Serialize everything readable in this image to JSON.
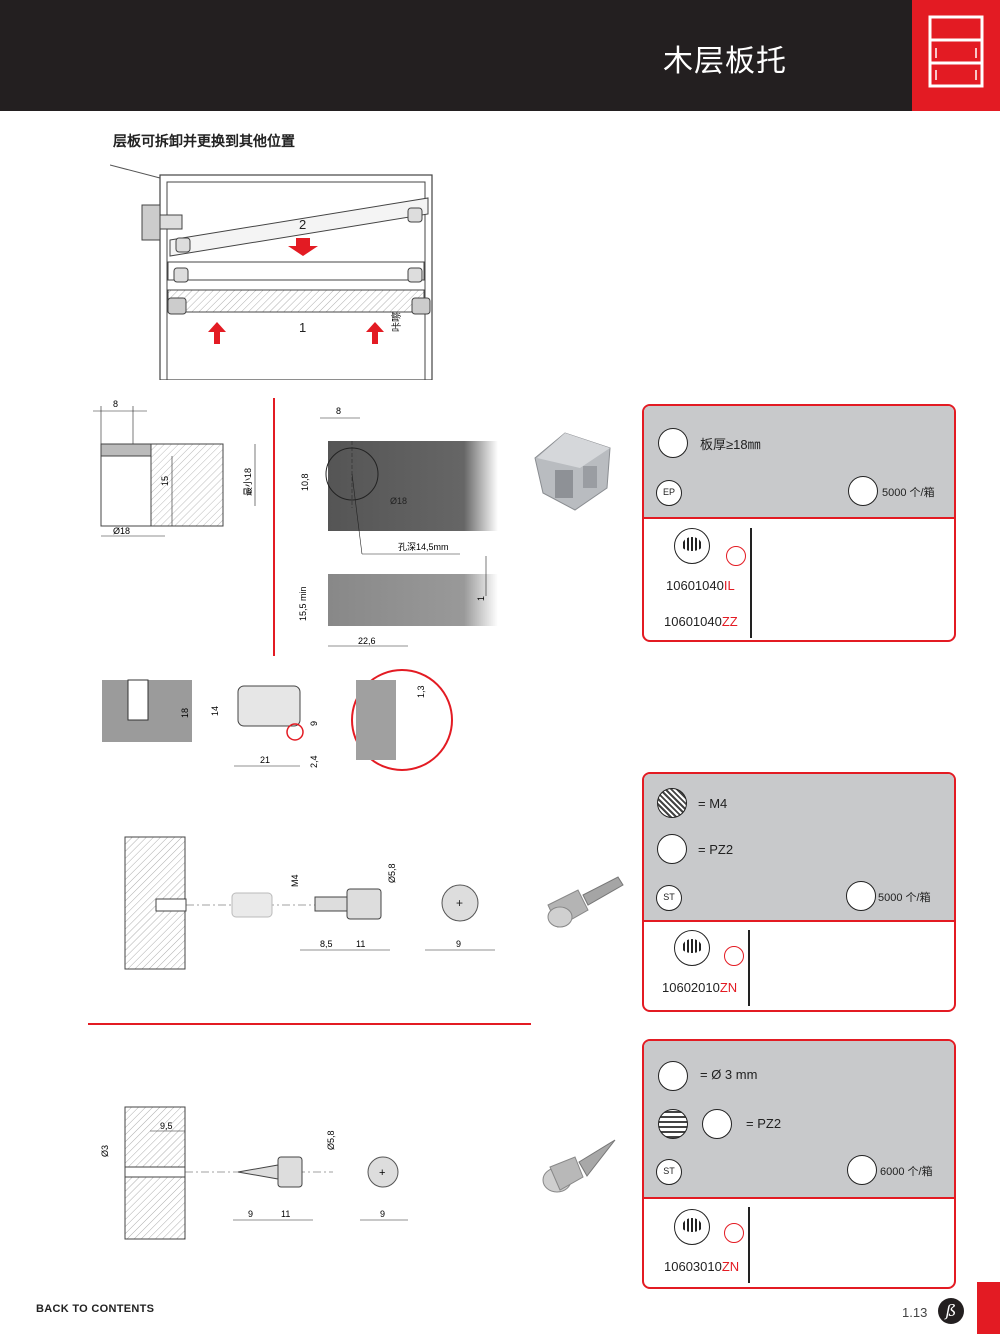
{
  "header": {
    "title": "木层板托"
  },
  "subtitle": "层板可拆卸并更换到其他位置",
  "diagram_top": {
    "label_2": "2",
    "label_1": "1",
    "click_label": "咔嚓"
  },
  "dims_a": {
    "d8": "8",
    "d15": "15",
    "min18": "最小18",
    "dia18": "Ø18"
  },
  "dims_b": {
    "d8": "8",
    "d10_8": "10,8",
    "dia18": "Ø18",
    "hole_depth": "孔深14,5mm",
    "d15_5": "15,5 min",
    "d1": "1",
    "d22_6": "22,6"
  },
  "dims_c": {
    "d18": "18",
    "d14": "14",
    "d9": "9",
    "d21": "21",
    "d2_4": "2,4",
    "d1_3": "1,3"
  },
  "dims_d": {
    "m4": "M4",
    "d5_8": "Ø5,8",
    "d8_5": "8,5",
    "d11": "11",
    "d9": "9"
  },
  "dims_e": {
    "d9_5": "9,5",
    "d3": "Ø3",
    "d5_8": "Ø5,8",
    "d9": "9",
    "d11": "11",
    "d9b": "9"
  },
  "card1": {
    "thickness": "板厚≥18㎜",
    "badge": "EP",
    "pack": "5000 个/箱",
    "codes": [
      {
        "base": "10601040",
        "suffix": "IL"
      },
      {
        "base": "10601040",
        "suffix": "ZZ"
      }
    ]
  },
  "card2": {
    "thread": "= M4",
    "drive": "= PZ2",
    "badge": "ST",
    "pack": "5000 个/箱",
    "codes": [
      {
        "base": "10602010",
        "suffix": "ZN"
      }
    ]
  },
  "card3": {
    "drill": "= Ø 3 mm",
    "drive": "= PZ2",
    "badge": "ST",
    "pack": "6000 个/箱",
    "codes": [
      {
        "base": "10603010",
        "suffix": "ZN"
      }
    ]
  },
  "footer": {
    "back": "BACK TO CONTENTS",
    "page": "1.13",
    "logo": "ß"
  },
  "colors": {
    "accent": "#e31b23",
    "header_bg": "#231f20",
    "card_top": "#c8c9cb"
  }
}
